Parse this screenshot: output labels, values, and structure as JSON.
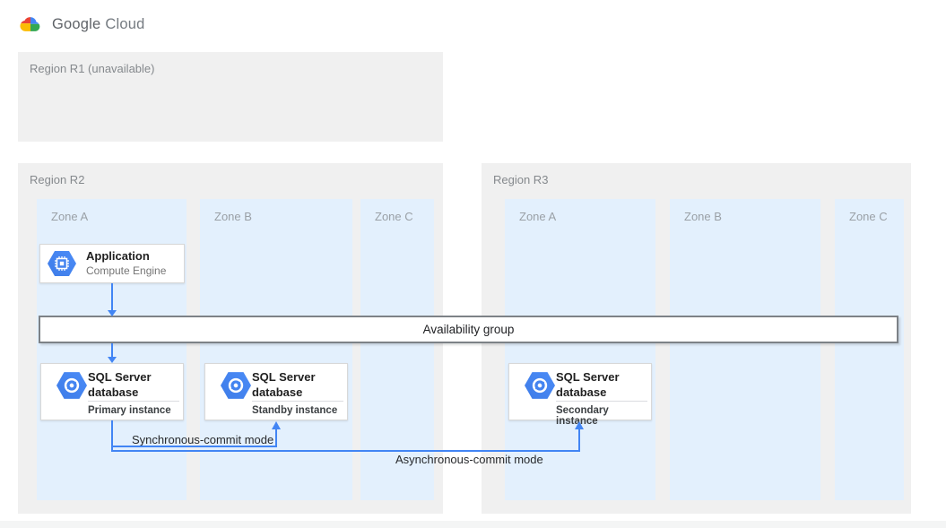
{
  "header": {
    "brand_google": "Google",
    "brand_cloud": "Cloud"
  },
  "regions": {
    "r1": {
      "label": "Region R1 (unavailable)",
      "zones": []
    },
    "r2": {
      "label": "Region R2",
      "zones": [
        {
          "label": "Zone A"
        },
        {
          "label": "Zone B"
        },
        {
          "label": "Zone C"
        }
      ]
    },
    "r3": {
      "label": "Region R3",
      "zones": [
        {
          "label": "Zone A"
        },
        {
          "label": "Zone B"
        },
        {
          "label": "Zone C"
        }
      ]
    }
  },
  "nodes": {
    "application": {
      "title": "Application",
      "subtitle": "Compute Engine"
    },
    "availability_group": {
      "label": "Availability group"
    },
    "sql_primary": {
      "title": "SQL Server database",
      "role": "Primary instance"
    },
    "sql_standby": {
      "title": "SQL Server database",
      "role": "Standby instance"
    },
    "sql_secondary": {
      "title": "SQL Server database",
      "role": "Secondary instance"
    }
  },
  "connections": {
    "sync_label": "Synchronous-commit mode",
    "async_label": "Asynchronous-commit mode"
  },
  "icons": {
    "logo": "google-cloud-logo",
    "application_icon": "compute-engine-hexagon-icon",
    "database_icon": "cloud-sql-hexagon-icon"
  },
  "colors": {
    "arrow_blue": "#4285f4",
    "zone_fill": "#e3f0fd",
    "region_fill": "#f0f0f0",
    "hexagon_blue": "#4285f4",
    "google_red": "#ea4335",
    "google_yellow": "#fbbc05",
    "google_green": "#34a853",
    "google_blue": "#4285f4"
  }
}
